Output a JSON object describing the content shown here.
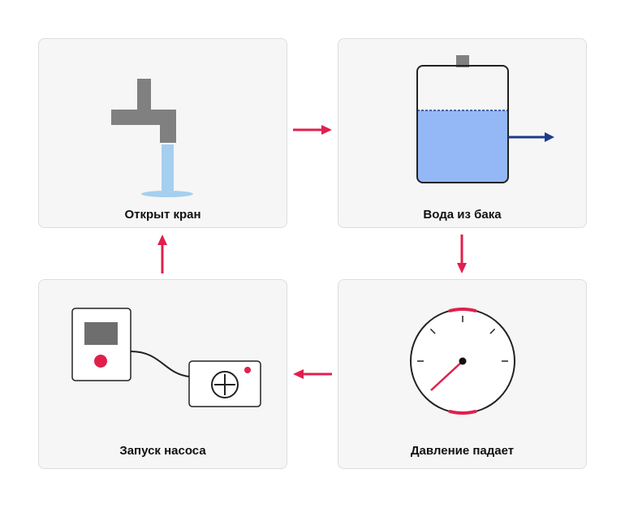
{
  "steps": [
    {
      "id": "faucet",
      "label": "Открыт кран",
      "icon": "faucet-icon"
    },
    {
      "id": "tank",
      "label": "Вода из бака",
      "icon": "water-tank-icon"
    },
    {
      "id": "pressure",
      "label": "Давление падает",
      "icon": "pressure-gauge-icon"
    },
    {
      "id": "pump",
      "label": "Запуск насоса",
      "icon": "pump-controller-icon"
    }
  ],
  "colors": {
    "accent": "#e0204c",
    "water": "#93b8f5",
    "water_stream": "#a4cfef",
    "outflow_arrow": "#1a3c8c",
    "metal": "#808080",
    "card_bg": "#f6f6f6",
    "card_border": "#dddddd"
  }
}
